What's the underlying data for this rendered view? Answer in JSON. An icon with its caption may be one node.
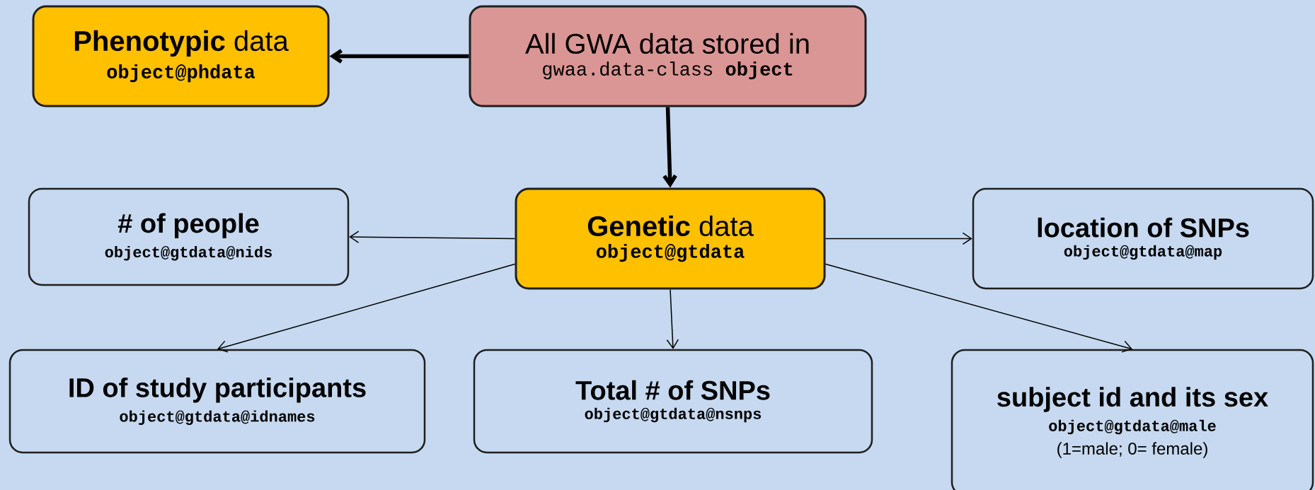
{
  "diagram": {
    "nodes": [
      {
        "text": [
          "**Phenotypic** data",
          "object@phdata"
        ]
      },
      {
        "text": [
          "All GWA data stored in",
          "gwaa.data-class **object**"
        ]
      },
      {
        "text": [
          "**Genetic** data",
          "object@gtdata"
        ]
      },
      {
        "text": [
          "# of people",
          "object@gtdata@nids"
        ]
      },
      {
        "text": [
          "location of SNPs",
          "object@gtdata@map"
        ]
      },
      {
        "text": [
          "ID of study participants",
          "object@gtdata@idnames"
        ]
      },
      {
        "text": [
          "Total # of SNPs",
          "object@gtdata@nsnps"
        ]
      },
      {
        "text": [
          "subject id and its sex",
          "object@gtdata@male",
          "(1=male; 0= female)"
        ]
      }
    ],
    "edges": [
      {
        "from": 1,
        "to": 0,
        "arrow": "to",
        "style": "thick"
      },
      {
        "from": 1,
        "to": 2,
        "arrow": "to",
        "style": "thick"
      },
      {
        "from": 2,
        "to": 3,
        "arrow": "to"
      },
      {
        "from": 2,
        "to": 4,
        "arrow": "to"
      },
      {
        "from": 2,
        "to": 5,
        "arrow": "to"
      },
      {
        "from": 2,
        "to": 6,
        "arrow": "to"
      },
      {
        "from": 2,
        "to": 7,
        "arrow": "to"
      }
    ]
  }
}
